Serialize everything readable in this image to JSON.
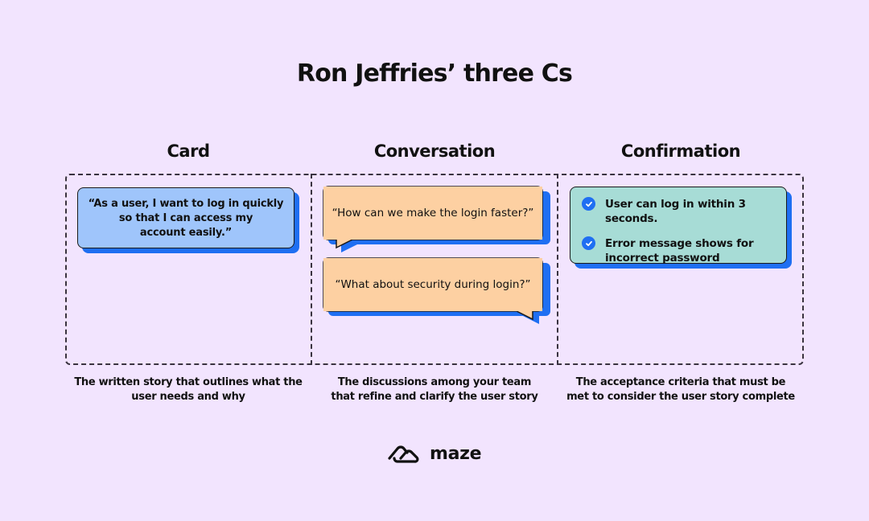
{
  "title": "Ron Jeffries’ three Cs",
  "columns": [
    {
      "heading": "Card",
      "card_text_lines": [
        "“As a user, I want to log in quickly",
        "so that I can access my",
        "account easily.”"
      ],
      "caption_lines": [
        "The written story that outlines what the",
        "user needs and why"
      ]
    },
    {
      "heading": "Conversation",
      "bubbles": [
        "“How can we make the login faster?”",
        "“What about security during login?”"
      ],
      "caption_lines": [
        "The discussions among your team",
        "that refine and clarify the user story"
      ]
    },
    {
      "heading": "Confirmation",
      "criteria": [
        {
          "icon": "check-circle-icon",
          "lines": [
            "User can log in within 3 seconds."
          ]
        },
        {
          "icon": "check-circle-icon",
          "lines": [
            "Error message shows for",
            "incorrect password"
          ]
        }
      ],
      "caption_lines": [
        "The acceptance criteria that must be",
        "met to consider the user story complete"
      ]
    }
  ],
  "logo": {
    "icon": "maze-logo-icon",
    "text": "maze"
  },
  "colors": {
    "background": "#f2e4fe",
    "card_blue": "#9fc5fb",
    "bubble_peach": "#fdd0a2",
    "card_teal": "#a7dcd6",
    "shadow_blue": "#1f6ff2",
    "text": "#111111"
  }
}
